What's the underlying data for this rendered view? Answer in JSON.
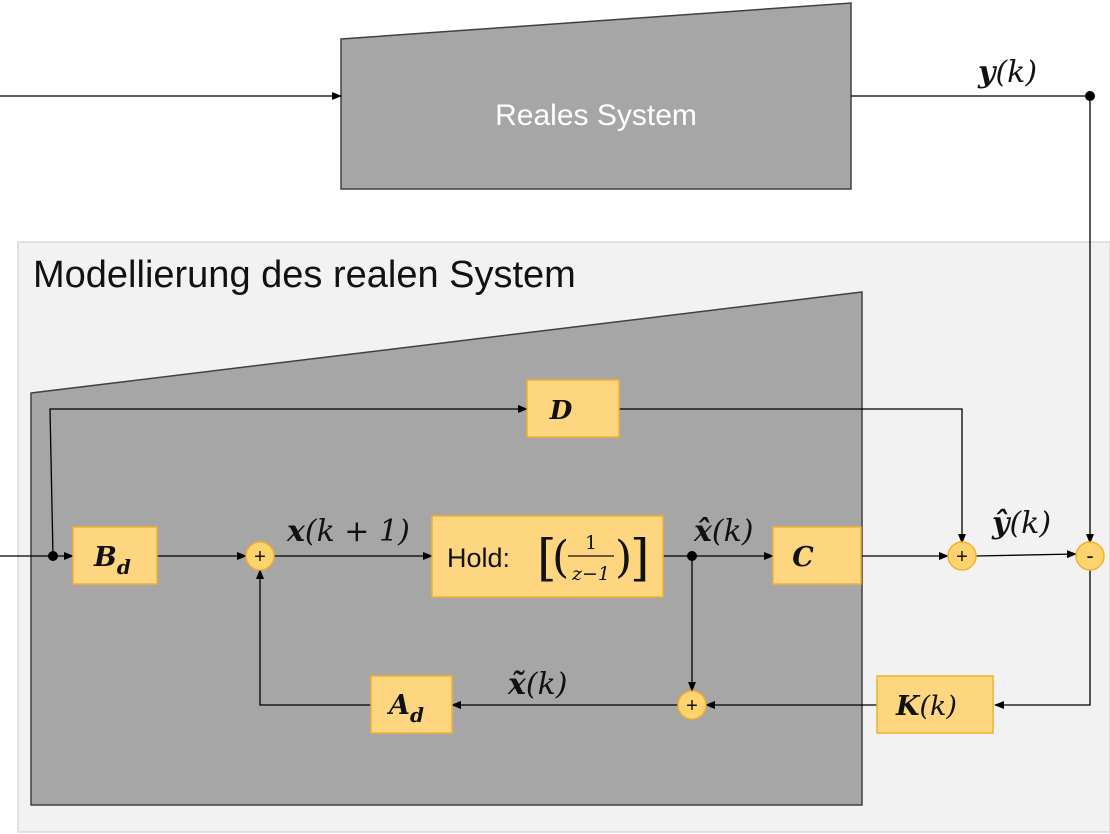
{
  "real_system": {
    "label": "Reales System"
  },
  "model_region": {
    "title": "Modellierung des realen System"
  },
  "blocks": {
    "D": {
      "letter": "D"
    },
    "Bd": {
      "letter": "B",
      "sub": "d"
    },
    "Ad": {
      "letter": "A",
      "sub": "d"
    },
    "C": {
      "letter": "C"
    },
    "K": {
      "letter": "K",
      "arg": "(k)"
    },
    "hold": {
      "prefix": "Hold:",
      "frac_num": "1",
      "frac_den": "z−1"
    }
  },
  "signals": {
    "y": {
      "sym": "y",
      "arg": "(k)"
    },
    "y_hat": {
      "sym": "ŷ",
      "arg": "(k)"
    },
    "x_next": {
      "sym": "x",
      "arg": "(k + 1)"
    },
    "x_hat": {
      "sym": "x̂",
      "arg": "(k)"
    },
    "x_tilde": {
      "sym": "x̃",
      "arg": "(k)"
    }
  },
  "summers": {
    "s1": "+",
    "s2": "+",
    "s3": "+",
    "s4": "-"
  },
  "colors": {
    "block_fill": "#ffd680",
    "block_stroke": "#f0b030",
    "plant_fill": "#a6a6a6",
    "plant_stroke": "#404040",
    "model_bg": "#f2f2f2",
    "model_bg_stroke": "#d9d9d9",
    "summer_fill": "#ffd36e"
  }
}
